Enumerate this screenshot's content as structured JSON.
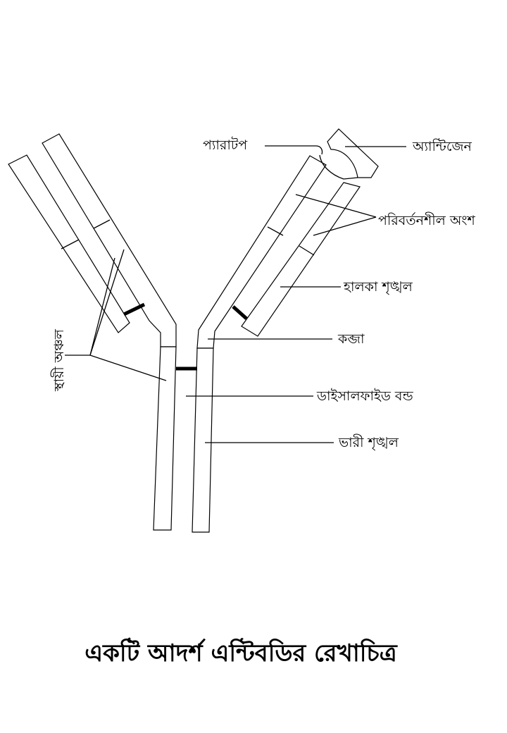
{
  "labels": {
    "paratope": "প্যারাটপ",
    "antigen": "অ্যান্টিজেন",
    "variable_region": "পরিবর্তনশীল অংশ",
    "light_chain": "হালকা শৃঙ্খল",
    "hinge": "কব্জা",
    "disulfide_bond": "ডাইসালফাইড বন্ড",
    "heavy_chain": "ভারী শৃঙ্খল",
    "constant_region": "স্থায়ী অঞ্চল"
  },
  "title": "একটি আদর্শ এন্টিবডির রেখাচিত্র"
}
